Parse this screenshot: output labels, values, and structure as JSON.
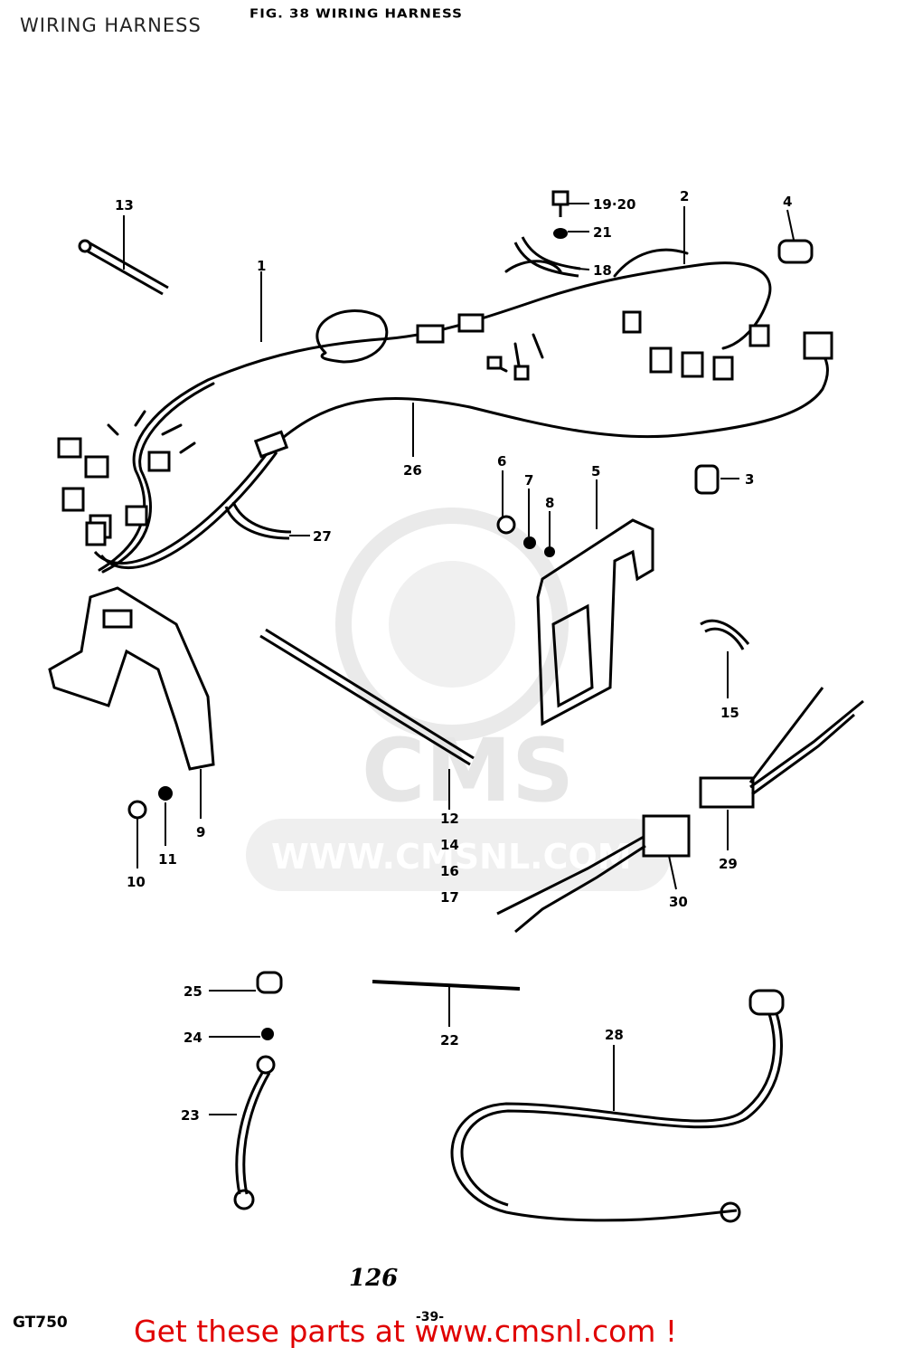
{
  "header": {
    "title": "WIRING HARNESS",
    "scan_heading": "FIG. 38  WIRING HARNESS"
  },
  "watermark": {
    "brand": "CMS",
    "url": "WWW.CMSNL.COM"
  },
  "callouts": [
    {
      "id": "c1",
      "label": "1"
    },
    {
      "id": "c2",
      "label": "2"
    },
    {
      "id": "c3",
      "label": "3"
    },
    {
      "id": "c4",
      "label": "4"
    },
    {
      "id": "c5",
      "label": "5"
    },
    {
      "id": "c6",
      "label": "6"
    },
    {
      "id": "c7",
      "label": "7"
    },
    {
      "id": "c8",
      "label": "8"
    },
    {
      "id": "c9",
      "label": "9"
    },
    {
      "id": "c10",
      "label": "10"
    },
    {
      "id": "c11",
      "label": "11"
    },
    {
      "id": "c12",
      "label": "12"
    },
    {
      "id": "c14",
      "label": "14"
    },
    {
      "id": "c16",
      "label": "16"
    },
    {
      "id": "c17",
      "label": "17"
    },
    {
      "id": "c13",
      "label": "13"
    },
    {
      "id": "c15",
      "label": "15"
    },
    {
      "id": "c18",
      "label": "18"
    },
    {
      "id": "c1920",
      "label": "19·20"
    },
    {
      "id": "c21",
      "label": "21"
    },
    {
      "id": "c22",
      "label": "22"
    },
    {
      "id": "c23",
      "label": "23"
    },
    {
      "id": "c24",
      "label": "24"
    },
    {
      "id": "c25",
      "label": "25"
    },
    {
      "id": "c26",
      "label": "26"
    },
    {
      "id": "c27",
      "label": "27"
    },
    {
      "id": "c28",
      "label": "28"
    },
    {
      "id": "c29",
      "label": "29"
    },
    {
      "id": "c30",
      "label": "30"
    }
  ],
  "footer": {
    "page_number": "126",
    "model": "GT750",
    "page_ref": "-39-",
    "cta": "Get these parts at www.cmsnl.com !"
  },
  "colors": {
    "cta": "#e00000",
    "line_art": "#000000",
    "watermark": "#e6e6e6"
  }
}
